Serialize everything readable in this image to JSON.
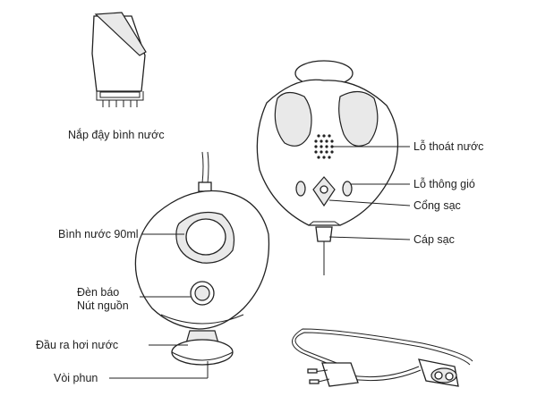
{
  "labels": {
    "nap_day": "Nắp đậy bình nước",
    "lo_thoat_nuoc": "Lỗ thoát nước",
    "lo_thong_gio": "Lỗ thông gió",
    "cong_sac": "Cổng sạc",
    "cap_sac": "Cáp sạc",
    "binh_nuoc": "Bình nước 90ml",
    "den_bao": "Đèn báo",
    "nut_nguon": "Nút nguồn",
    "dau_ra": "Đầu ra hơi nước",
    "voi_phun": "Vòi phun"
  },
  "colors": {
    "line": "#222222",
    "fill_light": "#e9e9e9",
    "background": "#ffffff"
  }
}
